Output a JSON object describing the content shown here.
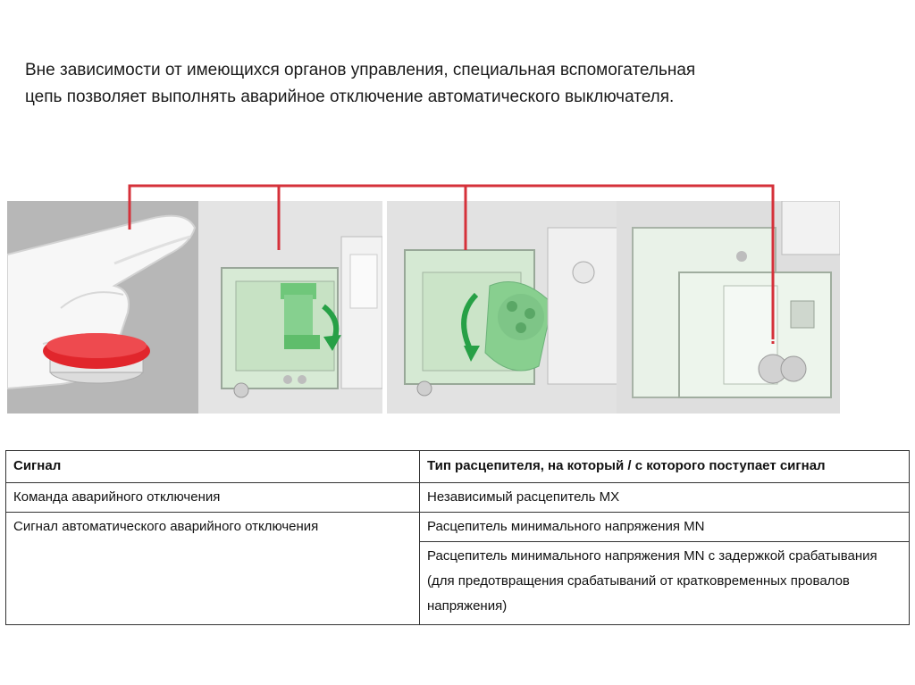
{
  "intro": {
    "line1": "Вне зависимости от имеющихся органов управления, специальная вспомогательная",
    "line2": "цепь позволяет выполнять аварийное отключение автоматического выключателя."
  },
  "colors": {
    "wire": "#d5313a",
    "button_red": "#e1262c",
    "device_green": "#c9e7c6",
    "arrow_green": "#27a046"
  },
  "table": {
    "headers": [
      "Сигнал",
      "Тип расцепителя, на который / с которого поступает сигнал"
    ],
    "rows": [
      {
        "signal": "Команда аварийного отключения",
        "type": "Независимый расцепитель МХ"
      },
      {
        "signal": "Сигнал автоматического аварийного отключения",
        "type": "Расцепитель минимального напряжения MN"
      },
      {
        "signal": "",
        "type": "Расцепитель минимального напряжения MN с задержкой срабатывания (для предотвращения срабатываний от кратковременных провалов напряжения)"
      }
    ]
  }
}
